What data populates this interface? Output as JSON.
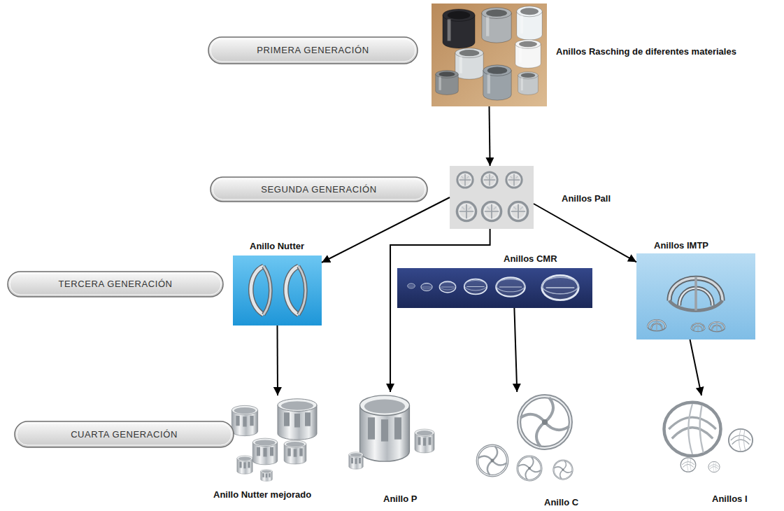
{
  "diagram": {
    "nodes": [
      {
        "text": [
          "PRIMERA GENERACIÓN"
        ]
      },
      {
        "text": [
          "Anillos Rasching de diferentes materiales"
        ]
      },
      {
        "text": [
          "SEGUNDA GENERACIÓN"
        ]
      },
      {
        "text": [
          "Anillos Pall"
        ]
      },
      {
        "text": [
          "TERCERA GENERACIÓN"
        ]
      },
      {
        "text": [
          "Anillo Nutter"
        ]
      },
      {
        "text": [
          "Anillos CMR"
        ]
      },
      {
        "text": [
          "Anillos IMTP"
        ]
      },
      {
        "text": [
          "CUARTA GENERACIÓN"
        ]
      },
      {
        "text": [
          "Anillo Nutter mejorado"
        ]
      },
      {
        "text": [
          "Anillo P"
        ]
      },
      {
        "text": [
          "Anillo C"
        ]
      },
      {
        "text": [
          "Anillos I"
        ]
      }
    ],
    "edges": [
      {
        "from": 1,
        "to": 3,
        "arrow": "to"
      },
      {
        "from": 3,
        "to": 5,
        "arrow": "to"
      },
      {
        "from": 3,
        "to": 10,
        "arrow": "to"
      },
      {
        "from": 3,
        "to": 7,
        "arrow": "to"
      },
      {
        "from": 5,
        "to": 9,
        "arrow": "to"
      },
      {
        "from": 6,
        "to": 11,
        "arrow": "to"
      },
      {
        "from": 7,
        "to": 12,
        "arrow": "to"
      }
    ]
  }
}
